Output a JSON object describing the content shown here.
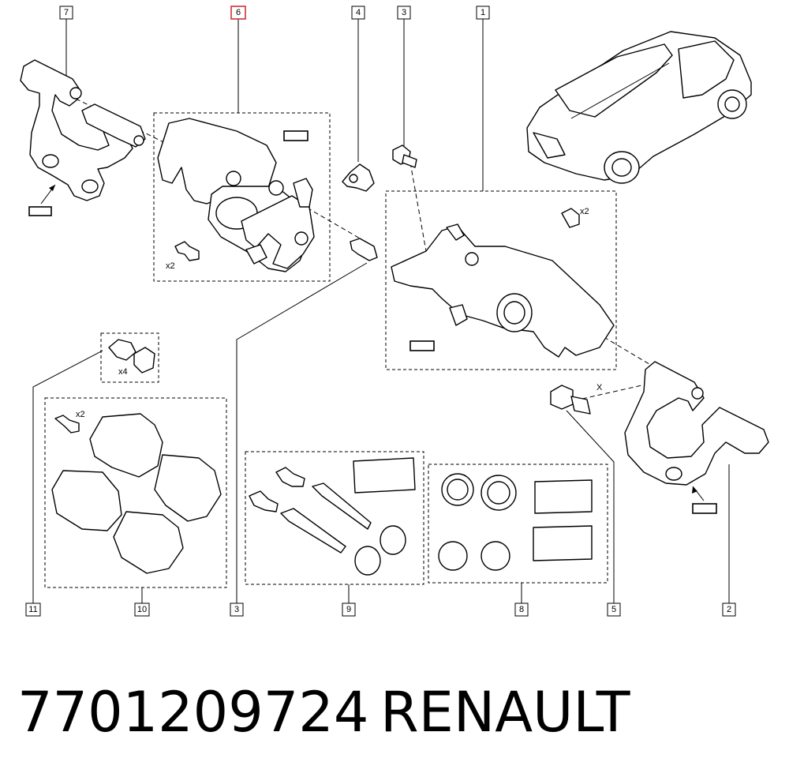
{
  "callouts": [
    {
      "id": "c7",
      "label": "7",
      "highlight": false
    },
    {
      "id": "c6",
      "label": "6",
      "highlight": true
    },
    {
      "id": "c4",
      "label": "4",
      "highlight": false
    },
    {
      "id": "c3top",
      "label": "3",
      "highlight": false
    },
    {
      "id": "c1",
      "label": "1",
      "highlight": false
    },
    {
      "id": "c11",
      "label": "11",
      "highlight": false
    },
    {
      "id": "c10",
      "label": "10",
      "highlight": false
    },
    {
      "id": "c3bottom",
      "label": "3",
      "highlight": false
    },
    {
      "id": "c9",
      "label": "9",
      "highlight": false
    },
    {
      "id": "c8",
      "label": "8",
      "highlight": false
    },
    {
      "id": "c5",
      "label": "5",
      "highlight": false
    },
    {
      "id": "c2",
      "label": "2",
      "highlight": false
    }
  ],
  "quantities": {
    "bolt_box6": "x2",
    "bolt_box1": "x2",
    "clip_box11": "x4",
    "bolt_box10": "x2"
  },
  "dimension_mark": "X",
  "highlight_color": "#d0303a",
  "footer": {
    "part_number": "7701209724",
    "brand": "RENAULT"
  }
}
